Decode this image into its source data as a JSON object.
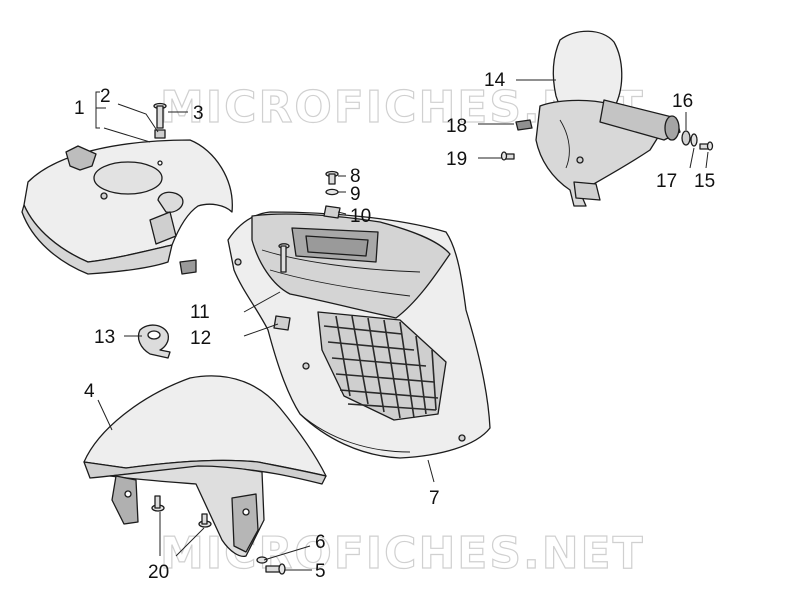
{
  "watermark": {
    "text_top": "MICROFICHES.NET",
    "text_bottom": "MICROFICHES.NET"
  },
  "callouts": {
    "c1": "1",
    "c2": "2",
    "c3": "3",
    "c4": "4",
    "c5": "5",
    "c6": "6",
    "c7": "7",
    "c8": "8",
    "c9": "9",
    "c10": "10",
    "c11": "11",
    "c12": "12",
    "c13": "13",
    "c14": "14",
    "c15": "15",
    "c16": "16",
    "c17": "17",
    "c18": "18",
    "c19": "19",
    "c20": "20"
  },
  "colors": {
    "part_fill": "#eeeeee",
    "part_shade": "#cfcfcf",
    "part_dark": "#9a9a9a",
    "line": "#1c1c1c"
  }
}
